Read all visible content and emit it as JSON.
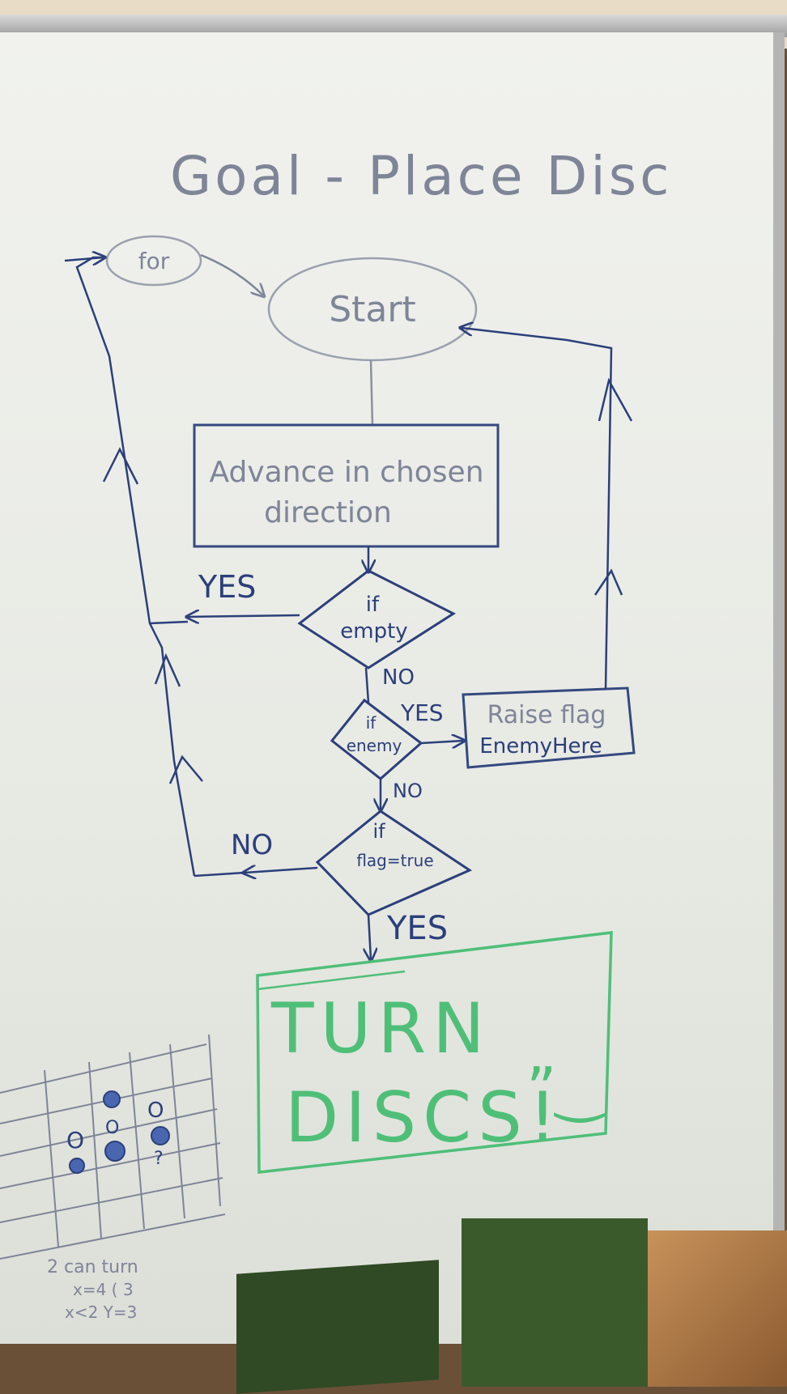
{
  "title": "Goal - Place Disc",
  "nodes": {
    "for": "for",
    "start": "Start",
    "advance_line1": "Advance in chosen",
    "advance_line2": "direction",
    "if_empty_line1": "if",
    "if_empty_line2": "empty",
    "if_enemy_line1": "if",
    "if_enemy_line2": "enemy",
    "raise_flag_line1": "Raise flag",
    "raise_flag_line2": "EnemyHere",
    "if_flag_line1": "if",
    "if_flag_line2": "flag=true",
    "turn_discs_line1": "TURN",
    "turn_discs_line2": "DISCS!",
    "smiley": "ˮ‿"
  },
  "edge_labels": {
    "empty_yes": "YES",
    "empty_no": "NO",
    "enemy_yes": "YES",
    "enemy_no": "NO",
    "flag_no": "NO",
    "flag_yes": "YES"
  },
  "grid_notes": {
    "line1": "2 can turn",
    "line2": "x=4   ( 3",
    "line3": "x<2  Y=3",
    "marks": [
      "O",
      "O",
      "O",
      "?"
    ]
  },
  "colors": {
    "blue_marker": "#2b3f7a",
    "grey_marker": "#7e8597",
    "green_marker": "#4fbf78"
  }
}
